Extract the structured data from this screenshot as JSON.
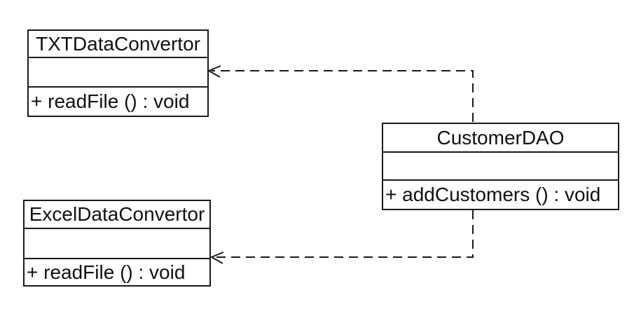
{
  "diagram": {
    "type": "uml-class-diagram",
    "colors": {
      "background": "#ffffff",
      "line": "#1a1a1a",
      "text": "#111111"
    },
    "classes": [
      {
        "name": "TXTDataConvertor",
        "attributes": [],
        "methods": [
          "+ readFile () : void"
        ]
      },
      {
        "name": "CustomerDAO",
        "attributes": [],
        "methods": [
          "+ addCustomers () : void"
        ]
      },
      {
        "name": "ExcelDataConvertor",
        "attributes": [],
        "methods": [
          "+ readFile () : void"
        ]
      }
    ],
    "relations": [
      {
        "type": "dependency",
        "from": "CustomerDAO",
        "to": "TXTDataConvertor",
        "line_style": "dashed",
        "arrowhead": "open"
      },
      {
        "type": "dependency",
        "from": "CustomerDAO",
        "to": "ExcelDataConvertor",
        "line_style": "dashed",
        "arrowhead": "open"
      }
    ]
  }
}
